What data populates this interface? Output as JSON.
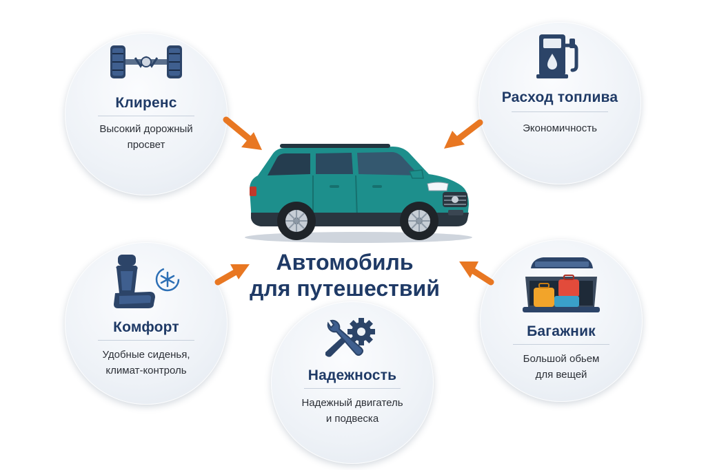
{
  "center": {
    "line1": "Автомобиль",
    "line2": "для путешествий"
  },
  "cards": {
    "clearance": {
      "title": "Клиренс",
      "desc_line1": "Высокий дорожный",
      "desc_line2": "просвет",
      "icon": "axle-icon"
    },
    "fuel": {
      "title": "Расход топлива",
      "desc_line1": "Экономичность",
      "icon": "fuel-pump-icon"
    },
    "comfort": {
      "title": "Комфорт",
      "desc_line1": "Удобные сиденья,",
      "desc_line2": "климат-контроль",
      "icon": "car-seat-icon"
    },
    "reliability": {
      "title": "Надежность",
      "desc_line1": "Надежный двигатель",
      "desc_line2": "и подвеска",
      "icon": "wrench-gear-icon"
    },
    "trunk": {
      "title": "Багажник",
      "desc_line1": "Большой обьем",
      "desc_line2": "для вещей",
      "icon": "open-trunk-icon"
    }
  },
  "colors": {
    "title": "#1f3a66",
    "arrow": "#e87722",
    "car_body": "#1d8f8c",
    "icon_dark": "#2c4468"
  }
}
